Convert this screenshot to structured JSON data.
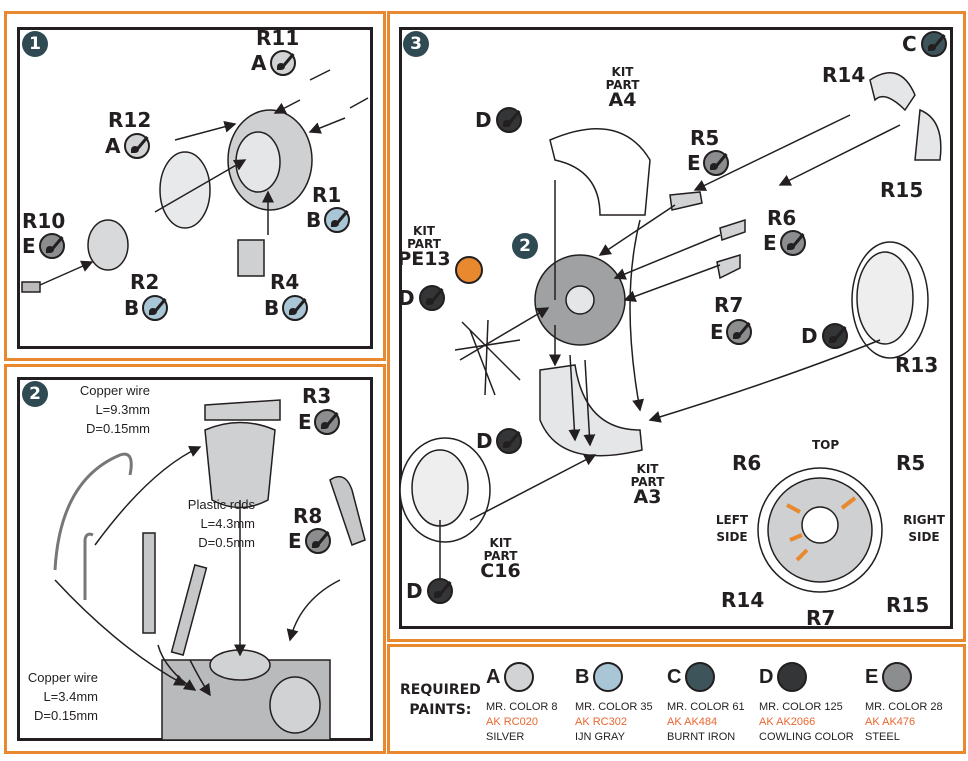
{
  "paints": {
    "A": {
      "color": "#d1d3d4",
      "mr": "MR. COLOR 8",
      "ak": "AK RC020",
      "name": "SILVER"
    },
    "B": {
      "color": "#a9c6d6",
      "mr": "MR. COLOR 35",
      "ak": "AK RC302",
      "name": "IJN GRAY"
    },
    "C": {
      "color": "#3e545b",
      "mr": "MR. COLOR 61",
      "ak": "AK AK484",
      "name": "BURNT IRON"
    },
    "D": {
      "color": "#333536",
      "mr": "MR. COLOR 125",
      "ak": "AK AK2066",
      "name": "COWLING COLOR"
    },
    "E": {
      "color": "#8b8d8f",
      "mr": "MR. COLOR 28",
      "ak": "AK AK476",
      "name": "STEEL"
    }
  },
  "accent_color": "#e8892f",
  "legend": {
    "title_line1": "REQUIRED",
    "title_line2": "PAINTS:"
  },
  "step1": {
    "badge": "1",
    "parts": [
      {
        "ref": "R11",
        "paint": "A"
      },
      {
        "ref": "R12",
        "paint": "A"
      },
      {
        "ref": "R1",
        "paint": "B"
      },
      {
        "ref": "R10",
        "paint": "E"
      },
      {
        "ref": "R2",
        "paint": "B"
      },
      {
        "ref": "R4",
        "paint": "B"
      }
    ]
  },
  "step2": {
    "badge": "2",
    "parts": [
      {
        "ref": "R3",
        "paint": "E"
      },
      {
        "ref": "R8",
        "paint": "E"
      }
    ],
    "notes": [
      {
        "l1": "Copper wire",
        "l2": "L=9.3mm",
        "l3": "D=0.15mm"
      },
      {
        "l1": "Plastic rods",
        "l2": "L=4.3mm",
        "l3": "D=0.5mm"
      },
      {
        "l1": "Copper wire",
        "l2": "L=3.4mm",
        "l3": "D=0.15mm"
      }
    ]
  },
  "step3": {
    "badge": "3",
    "sub_badge": "2",
    "parts": [
      {
        "ref": "R14"
      },
      {
        "ref": "R5",
        "paint": "E"
      },
      {
        "ref": "R15"
      },
      {
        "ref": "R6",
        "paint": "E"
      },
      {
        "ref": "R7",
        "paint": "E"
      },
      {
        "ref": "R13"
      }
    ],
    "kit_label": "KIT",
    "part_label": "PART",
    "kit_parts": [
      "A4",
      "PE13",
      "A3",
      "C16"
    ],
    "paint_letters": {
      "C": "C",
      "D": "D"
    },
    "view": {
      "top": "TOP",
      "left": "LEFT SIDE",
      "right": "RIGHT SIDE",
      "refs": [
        "R6",
        "R5",
        "R14",
        "R7",
        "R15"
      ]
    }
  }
}
